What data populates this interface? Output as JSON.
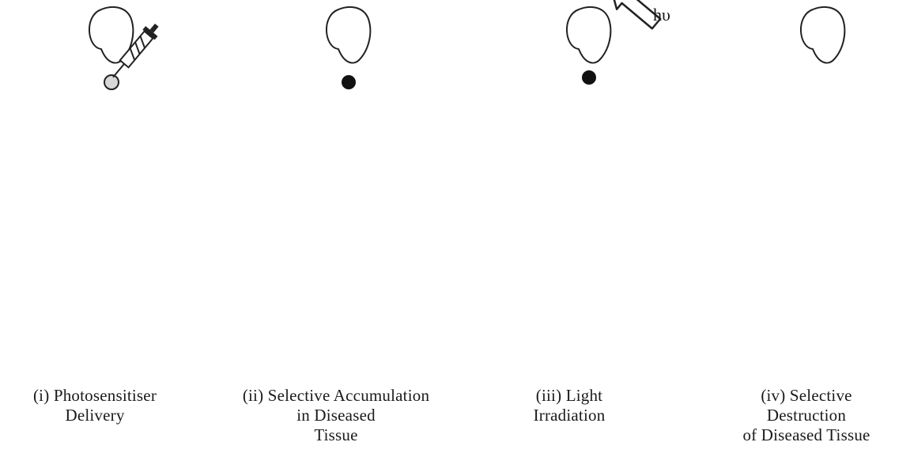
{
  "panels": [
    {
      "caption": "(i) Photosensitiser\nDelivery",
      "marker": "light-dot"
    },
    {
      "caption": "(ii) Selective Accumulation\nin Diseased\nTissue",
      "marker": "dark-dot"
    },
    {
      "caption": "(iii)    Light\nIrradiation",
      "marker": "dark-dot"
    },
    {
      "caption": "(iv)  Selective\nDestruction\nof Diseased Tissue",
      "marker": "none"
    }
  ],
  "light_symbol": "hυ",
  "icons": [
    "syringe-icon",
    "light-arrow-icon",
    "tumor-marker"
  ],
  "colors": {
    "line": "#222222",
    "marker_dark": "#111111",
    "marker_light": "#d8d8d8"
  }
}
